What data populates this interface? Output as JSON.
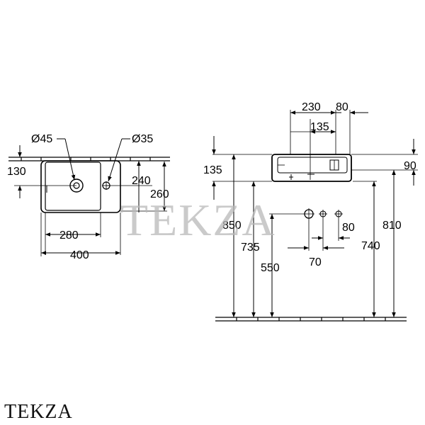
{
  "top_view": {
    "tap_hole": "Ø45",
    "overflow_hole": "Ø35",
    "depth_front": "130",
    "depth_inner": "240",
    "depth_total": "260",
    "width_inner": "280",
    "width_total": "400"
  },
  "side_view": {
    "width_230": "230",
    "offset_80": "80",
    "center_135": "135",
    "height_135": "135",
    "height_90": "90",
    "height_850": "850",
    "height_735": "735",
    "height_550": "550",
    "height_810": "810",
    "height_740": "740",
    "spacing_80": "80",
    "spacing_70": "70"
  },
  "watermark": "TEKZA",
  "brand": "TEKZA"
}
